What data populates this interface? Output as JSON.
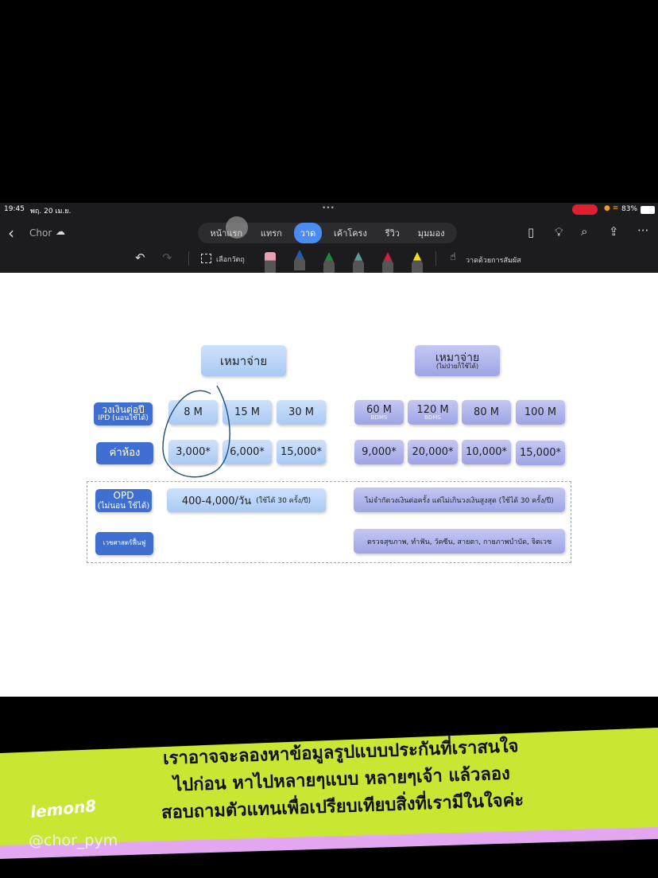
{
  "status": {
    "time": "19:45",
    "date": "พฤ. 20 เม.ย.",
    "battery": "83%",
    "dots": "•••"
  },
  "toolbar": {
    "back": "‹",
    "doc_name": "Chor",
    "tabs": [
      {
        "label": "หน้าแรก"
      },
      {
        "label": "แทรก"
      },
      {
        "label": "วาด",
        "active": true
      },
      {
        "label": "เค้าโครง"
      },
      {
        "label": "รีวิว"
      },
      {
        "label": "มุมมอง"
      }
    ],
    "select_label": "เลือกวัตถุ",
    "touch_draw_label": "วาดด้วยการสัมผัส",
    "more": "···",
    "pen_colors": [
      "#e8a0b0",
      "#1f5fa8",
      "#1a8a3a",
      "#5a9a9a",
      "#d0203a",
      "#f0e020"
    ]
  },
  "slide": {
    "left_header": "เหมาจ่าย",
    "right_header": "เหมาจ่าย",
    "right_header_sub": "(ไม่ป่วยก็ใช้ได้)",
    "row_labels": {
      "limit": "วงเงินต่อปี",
      "limit_sub": "IPD (นอนใช้ได้)",
      "room": "ค่าห้อง",
      "opd": "OPD",
      "opd_sub": "(ไม่นอน ใช้ได้)",
      "rehab": "เวชศาสตร์ฟื้นฟู"
    },
    "left_limits": [
      "8 M",
      "15 M",
      "30 M"
    ],
    "left_rooms": [
      "3,000*",
      "6,000*",
      "15,000*"
    ],
    "left_opd": "400-4,000/วัน",
    "left_opd_note": "(ใช้ได้ 30 ครั้ง/ปี)",
    "right_limits": [
      {
        "v": "60 M",
        "sub": "BDMS"
      },
      {
        "v": "120 M",
        "sub": "BDMS"
      },
      {
        "v": "80 M",
        "sub": ""
      },
      {
        "v": "100 M",
        "sub": ""
      }
    ],
    "right_rooms": [
      "9,000*",
      "20,000*",
      "10,000*",
      "15,000*"
    ],
    "right_opd": "ไม่จำกัดวงเงินต่อครั้ง แต่ไม่เกินวงเงินสูงสุด (ใช้ได้ 30 ครั้ง/ปี)",
    "right_rehab": "ตรวจสุขภาพ, ทำฟัน, วัคซีน, สายตา, กายภาพบำบัด, จิตเวช"
  },
  "caption": {
    "lines": [
      "เราอาจจะลองหาข้อมูลรูปแบบประกันที่เราสนใจ",
      "ไปก่อน หาไปหลายๆแบบ หลายๆเจ้า แล้วลอง",
      "สอบถามตัวแทนเพื่อเปรียบเทียบสิ่งที่เรามีในใจค่ะ"
    ],
    "colors": {
      "band": "#c8e632",
      "stripe": "#e3a6f0"
    }
  },
  "watermark": {
    "logo": "lemon8",
    "handle": "@chor_pym"
  }
}
